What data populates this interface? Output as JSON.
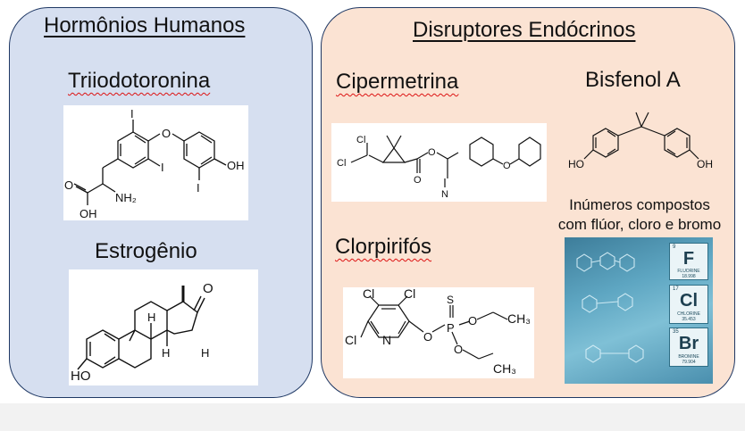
{
  "left_panel": {
    "title": "Hormônios Humanos",
    "triiodo": {
      "name": "Triiodotoronina",
      "atoms": {
        "i_top": "I",
        "i_mid": "I",
        "i_low": "I",
        "ether_o": "O",
        "oh_right": "OH",
        "carbonyl_o": "O",
        "nh2": "NH₂",
        "oh_acid": "OH"
      }
    },
    "estrogen": {
      "name": "Estrogênio",
      "atoms": {
        "ketone_o": "O",
        "h1": "H",
        "h2": "H",
        "h3": "H",
        "ho": "HO"
      }
    }
  },
  "right_panel": {
    "title": "Disruptores Endócrinos",
    "cipermetrina": {
      "name": "Cipermetrina",
      "atoms": {
        "cl1": "Cl",
        "cl2": "Cl",
        "o_ester": "O",
        "o_carbonyl": "O",
        "n_nitrile": "N",
        "o_ether": "O"
      }
    },
    "bisfenol": {
      "name": "Bisfenol A",
      "atoms": {
        "ho_left": "HO",
        "oh_right": "OH"
      }
    },
    "clorpirifos": {
      "name": "Clorpirifós",
      "atoms": {
        "cl1": "Cl",
        "cl2": "Cl",
        "cl3": "Cl",
        "n_ring": "N",
        "o_link": "O",
        "p": "P",
        "s": "S",
        "o1": "O",
        "o2": "O",
        "ch3_1": "CH₃",
        "ch3_2": "CH₃"
      }
    },
    "halogenados": {
      "line1": "Inúmeros compostos",
      "line2": "com flúor, cloro e bromo",
      "elements": [
        {
          "symbol": "F",
          "number": "9",
          "name": "FLUORINE",
          "mass": "18.998"
        },
        {
          "symbol": "Cl",
          "number": "17",
          "name": "CHLORINE",
          "mass": "35.453"
        },
        {
          "symbol": "Br",
          "number": "35",
          "name": "BROMINE",
          "mass": "79.904"
        }
      ]
    }
  }
}
